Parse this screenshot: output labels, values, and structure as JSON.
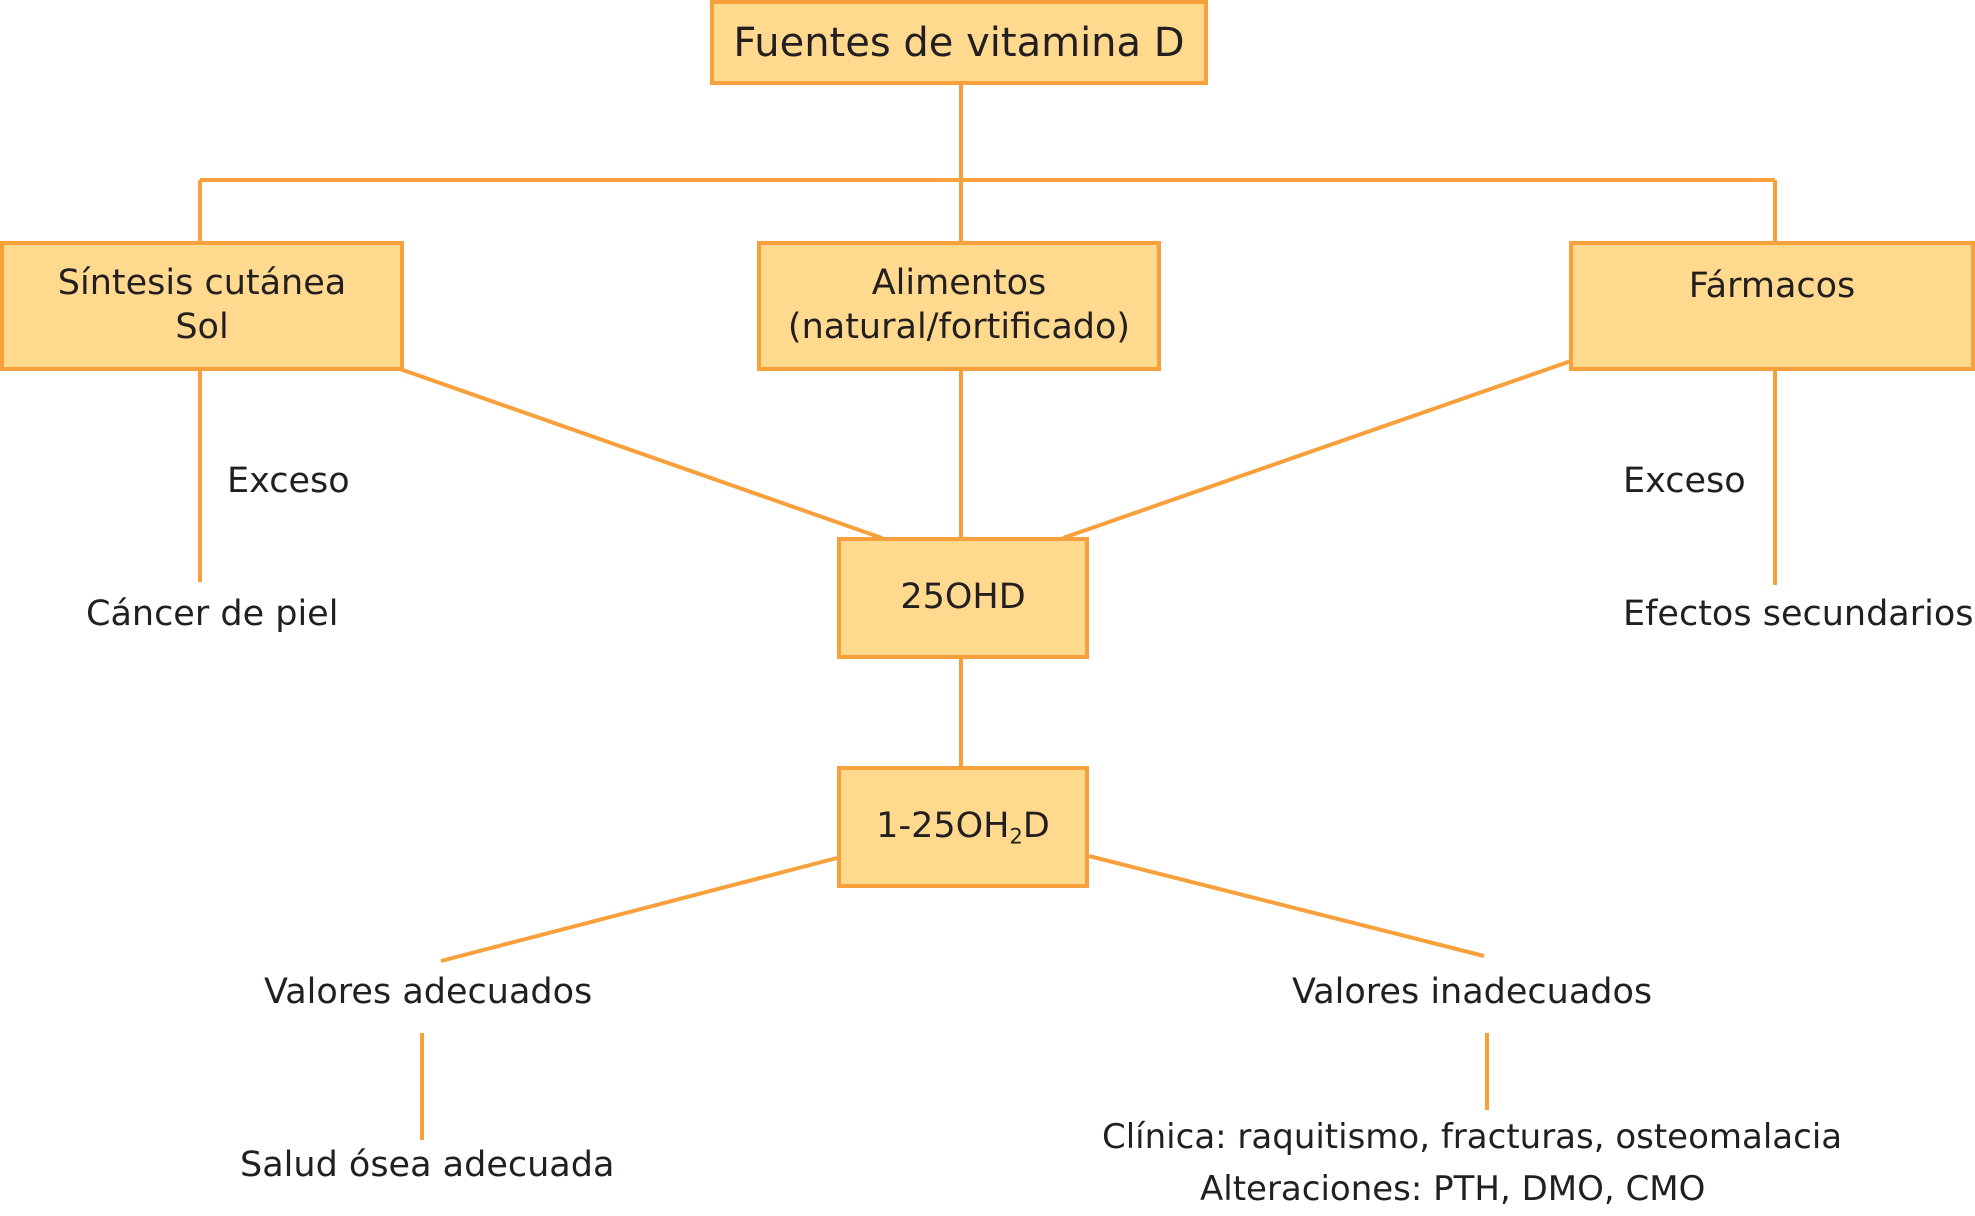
{
  "colors": {
    "box_fill": "#fed98e",
    "box_border": "#f7a03c",
    "line": "#f7a03c",
    "text": "#231f20"
  },
  "diagram": {
    "root": "Fuentes de vitamina D",
    "sources": [
      {
        "id": "sintesis",
        "line1": "Síntesis cutánea",
        "line2": "Sol"
      },
      {
        "id": "alimentos",
        "line1": "Alimentos",
        "line2": "(natural/fortificado)"
      },
      {
        "id": "farmacos",
        "line1": "Fármacos",
        "line2": ""
      }
    ],
    "left_branch": {
      "edge_label": "Exceso",
      "outcome": "Cáncer de piel"
    },
    "right_branch": {
      "edge_label": "Exceso",
      "outcome": "Efectos secundarios"
    },
    "metabolite1": "25OHD",
    "metabolite2": {
      "prefix": "1-25OH",
      "subscript": "2",
      "suffix": "D"
    },
    "adequate": {
      "label": "Valores adecuados",
      "outcome": "Salud ósea adecuada"
    },
    "inadequate": {
      "label": "Valores inadecuados",
      "outcome_line1": "Clínica: raquitismo, fracturas, osteomalacia",
      "outcome_line2": "Alteraciones: PTH, DMO, CMO"
    }
  }
}
